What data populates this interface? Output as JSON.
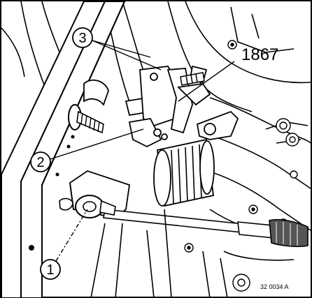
{
  "callouts": {
    "one": "1",
    "two": "2",
    "three": "3"
  },
  "tool_reference": "1867",
  "figure_code": "32 0034 A"
}
